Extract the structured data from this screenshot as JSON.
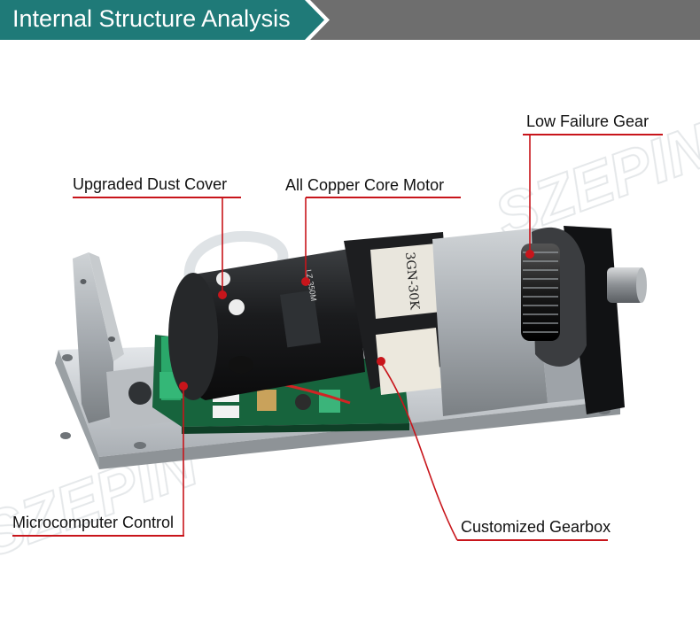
{
  "header": {
    "title": "Internal Structure Analysis"
  },
  "colors": {
    "header_bar": "#6e6e6e",
    "title_tab": "#1f7a78",
    "callout_line": "#c8151b"
  },
  "callouts": [
    {
      "label": "Low Failure Gear"
    },
    {
      "label": "Upgraded Dust Cover"
    },
    {
      "label": "All Copper Core Motor"
    },
    {
      "label": "Microcomputer Control"
    },
    {
      "label": "Customized Gearbox"
    }
  ],
  "product": {
    "model_plate": "3GN-30K",
    "motor_model": "LZ-350M",
    "watermark": "SZEPIN"
  }
}
